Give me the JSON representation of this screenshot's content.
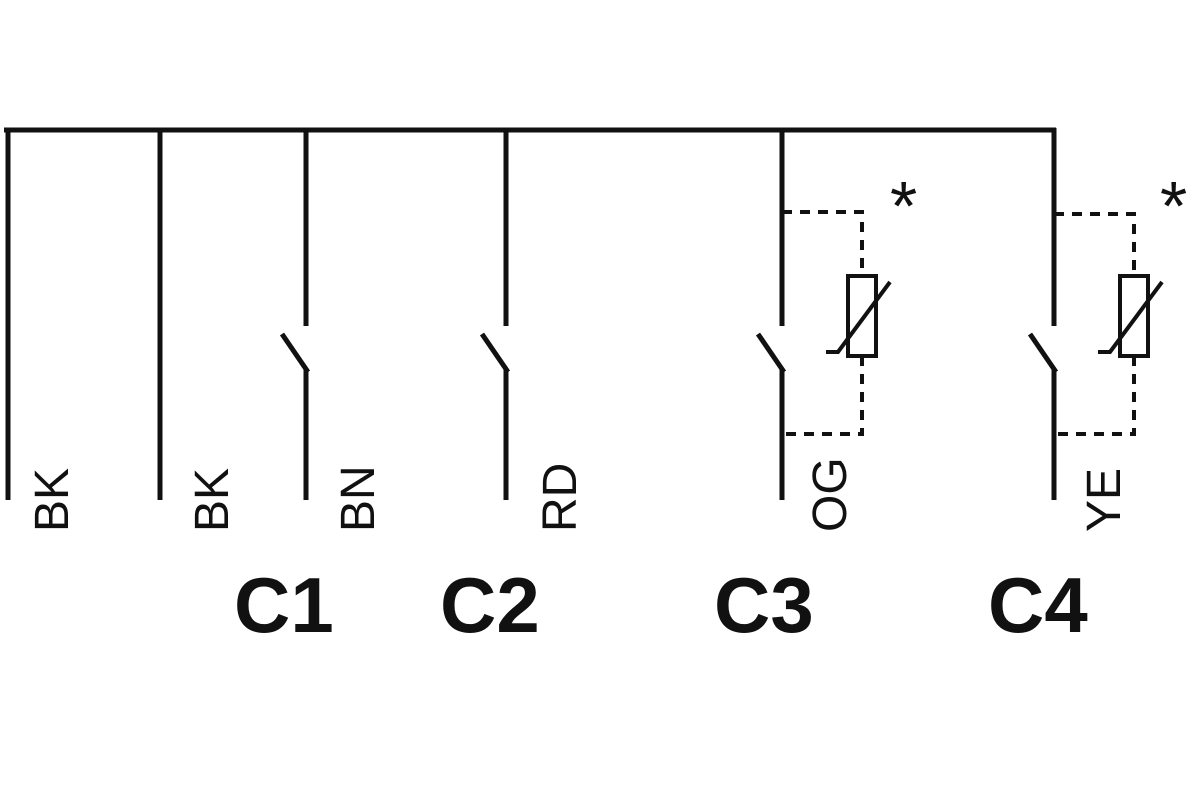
{
  "wire_labels": {
    "w1": "BK",
    "w2": "BK",
    "w3": "BN",
    "w4": "RD",
    "w5": "OG",
    "w6": "YE"
  },
  "contacts": {
    "c1": "C1",
    "c2": "C2",
    "c3": "C3",
    "c4": "C4"
  },
  "optional_marker": "*",
  "colors": {
    "line": "#111111",
    "background": "#ffffff"
  }
}
